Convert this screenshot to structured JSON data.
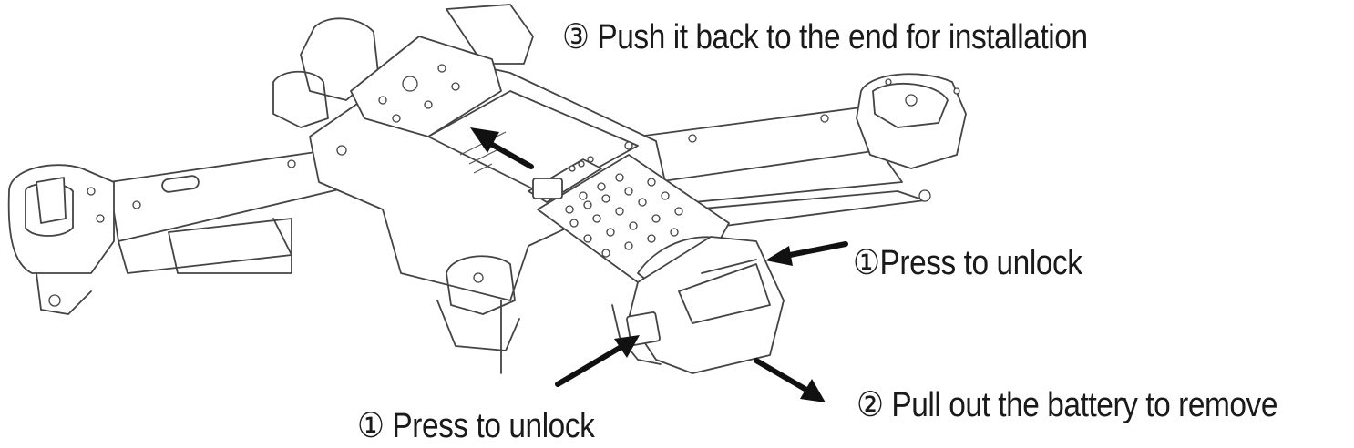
{
  "labels": {
    "push_back": "③ Push it back to the end for installation",
    "press_unlock_right": "①Press to unlock",
    "pull_out": "② Pull out the battery to remove",
    "press_unlock_bottom": "① Press to unlock"
  },
  "colors": {
    "line": "#444444",
    "arrow": "#111111",
    "text": "#1a1a1a",
    "background": "#ffffff"
  }
}
